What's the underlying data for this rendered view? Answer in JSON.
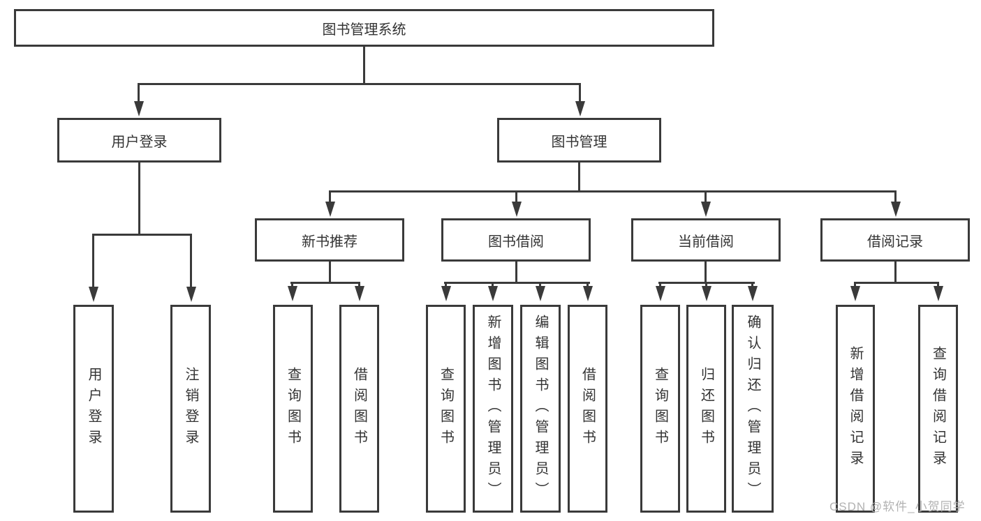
{
  "tree": {
    "root": "图书管理系统",
    "level2": {
      "user_login": "用户登录",
      "book_mgmt": "图书管理"
    },
    "level3": {
      "new_books": "新书推荐",
      "borrowing": "图书借阅",
      "current": "当前借阅",
      "records": "借阅记录"
    },
    "leaves": {
      "user_login": [
        "用户登录",
        "注销登录"
      ],
      "new_books": [
        "查询图书",
        "借阅图书"
      ],
      "borrowing": [
        "查询图书",
        "新增图书（管理员）",
        "编辑图书（管理员）",
        "借阅图书"
      ],
      "current": [
        "查询图书",
        "归还图书",
        "确认归还（管理员）"
      ],
      "records": [
        "新增借阅记录",
        "查询借阅记录"
      ]
    }
  },
  "watermark": "CSDN @软件_小贺同学",
  "colors": {
    "line": "#3a3a3a",
    "text": "#333333",
    "bg": "#ffffff",
    "watermark": "#b2b2b2"
  }
}
